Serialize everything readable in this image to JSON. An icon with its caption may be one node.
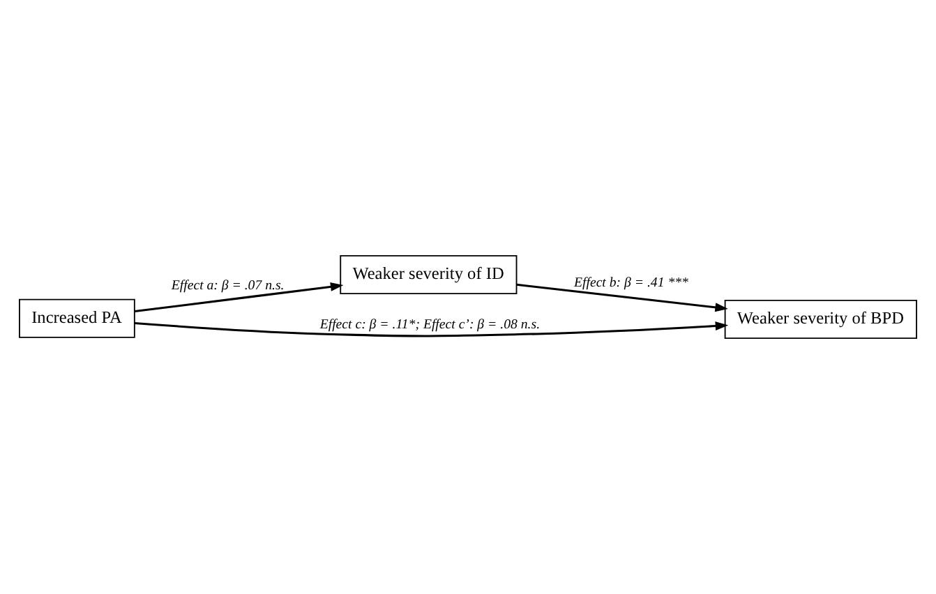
{
  "diagram": {
    "nodes": [
      {
        "text": [
          "Weaker severity of ID"
        ]
      },
      {
        "text": [
          "Increased PA"
        ]
      },
      {
        "text": [
          "Weaker severity of BPD"
        ]
      }
    ],
    "edges": [
      {
        "from": 1,
        "to": 0,
        "arrow": "to",
        "label": "Effect a: β = .07 n.s."
      },
      {
        "from": 0,
        "to": 2,
        "arrow": "to",
        "label": "Effect b: β = .41 ***"
      },
      {
        "from": 1,
        "to": 2,
        "arrow": "to",
        "label": "Effect c: β = .11*; Effect c’: β = .08 n.s."
      }
    ]
  }
}
